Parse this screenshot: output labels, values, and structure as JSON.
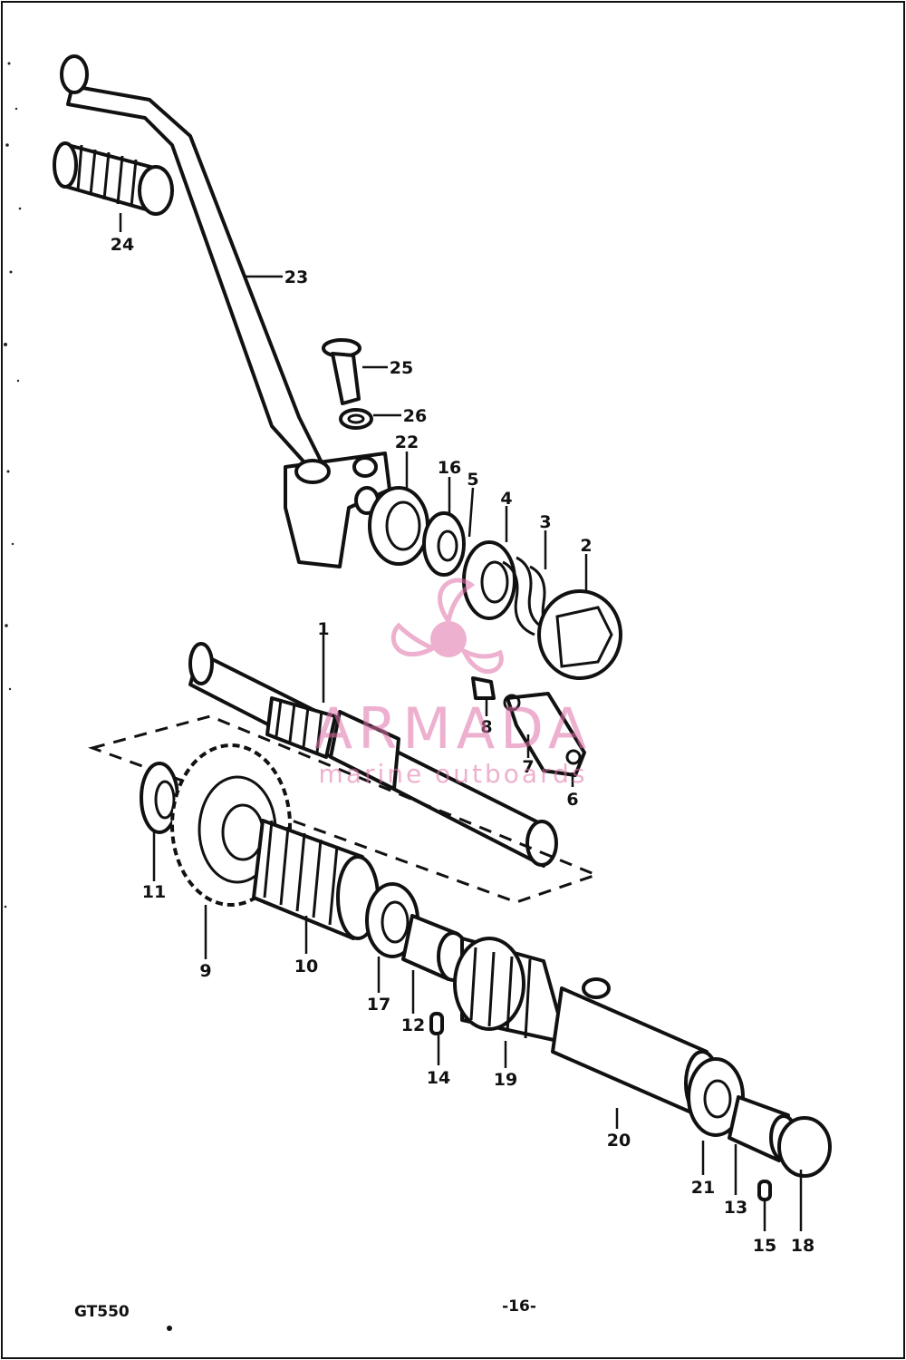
{
  "diagram": {
    "model_code": "GT550",
    "page_number": "-16-",
    "callouts": [
      "1",
      "2",
      "3",
      "4",
      "5",
      "6",
      "7",
      "8",
      "9",
      "10",
      "11",
      "12",
      "13",
      "14",
      "15",
      "16",
      "17",
      "18",
      "19",
      "20",
      "21",
      "22",
      "23",
      "24",
      "25",
      "26"
    ]
  },
  "watermark": {
    "brand": "ARMADA",
    "tagline": "marine outboards",
    "logo": "propeller-logo",
    "color": "#e070a8"
  },
  "colors": {
    "ink": "#111111",
    "paper": "#ffffff"
  }
}
